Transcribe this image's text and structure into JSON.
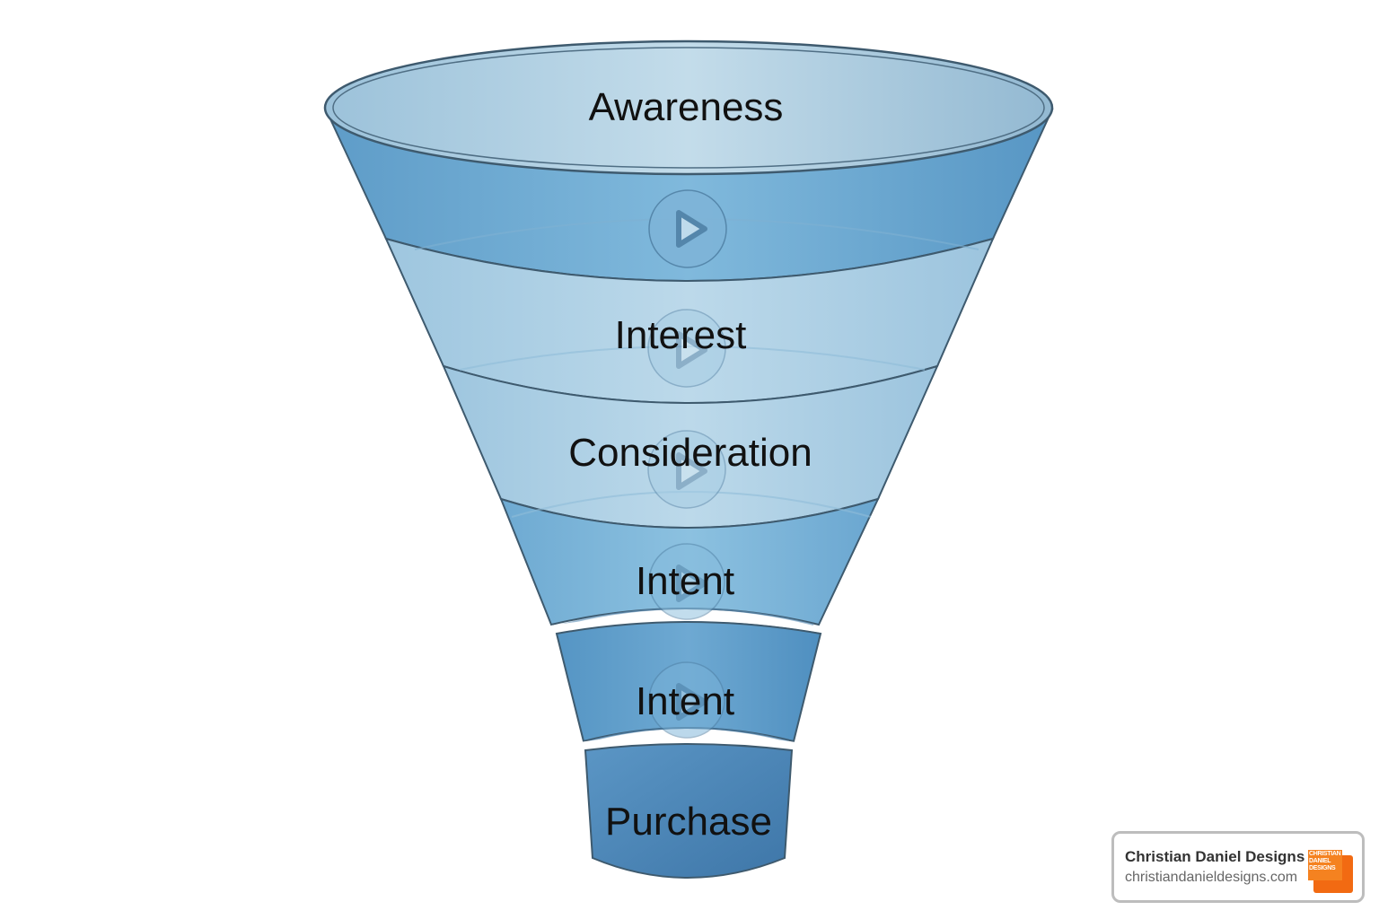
{
  "diagram": {
    "type": "funnel",
    "stages": [
      {
        "label": "Awareness",
        "color": "#6aa7cf"
      },
      {
        "label": "Interest",
        "color": "#a9cde4"
      },
      {
        "label": "Consideration",
        "color": "#b4d5e8"
      },
      {
        "label": "Intent",
        "color": "#7db8dc"
      },
      {
        "label": "Intent",
        "color": "#5d9cc9"
      },
      {
        "label": "Purchase",
        "color": "#4a84b5"
      }
    ],
    "rim_color": "#a8cbe0",
    "outline_color": "#3e5a6e"
  },
  "badge": {
    "title": "Christian Daniel Designs",
    "url": "christiandanieldesigns.com",
    "logo_text": "CHRISTIAN DANIEL DESIGNS",
    "logo_color": "#f58220"
  }
}
